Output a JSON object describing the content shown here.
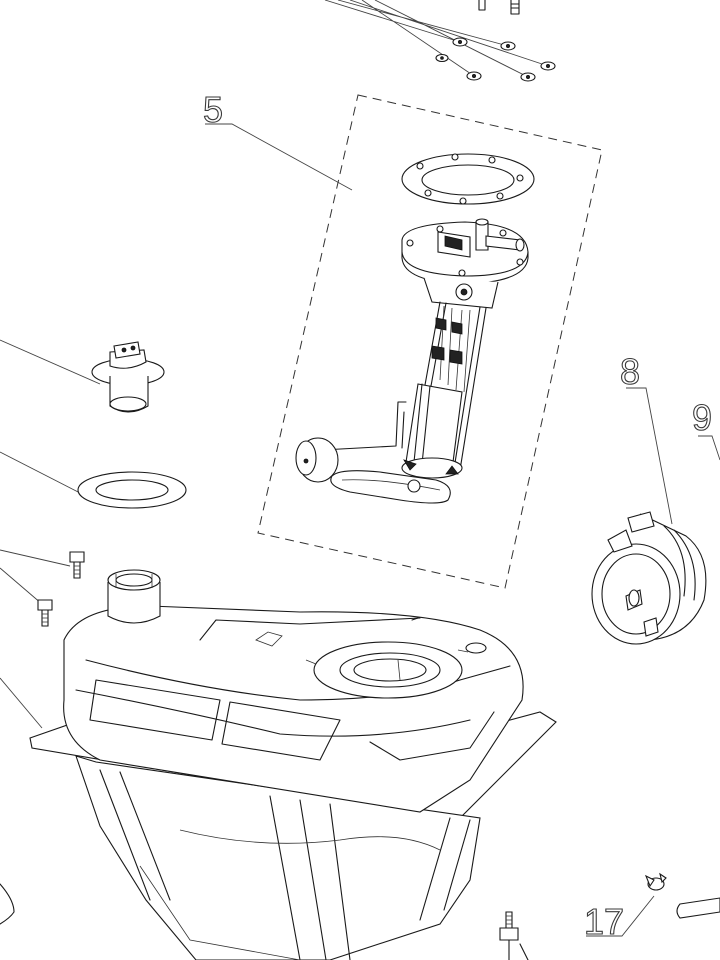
{
  "callouts": {
    "part_5": "5",
    "part_8": "8",
    "part_9": "9",
    "part_17": "17"
  }
}
